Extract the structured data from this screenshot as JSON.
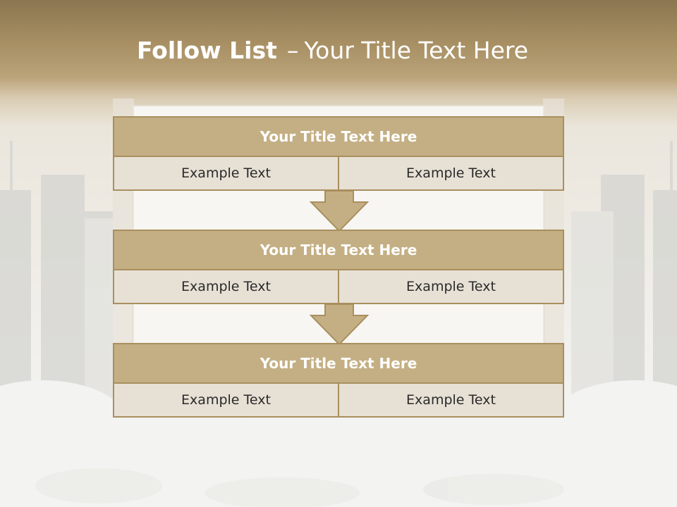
{
  "header": {
    "bold": "Follow List",
    "separator": "–",
    "title": "Your Title Text Here"
  },
  "steps": [
    {
      "title": "Your Title Text Here",
      "left": "Example Text",
      "right": "Example Text"
    },
    {
      "title": "Your Title Text Here",
      "left": "Example Text",
      "right": "Example Text"
    },
    {
      "title": "Your Title Text Here",
      "left": "Example Text",
      "right": "Example Text"
    }
  ],
  "colors": {
    "accent": "#c4af84",
    "border": "#a98f5e",
    "cell": "#e7e0d5",
    "header_band": "#a78f63"
  }
}
